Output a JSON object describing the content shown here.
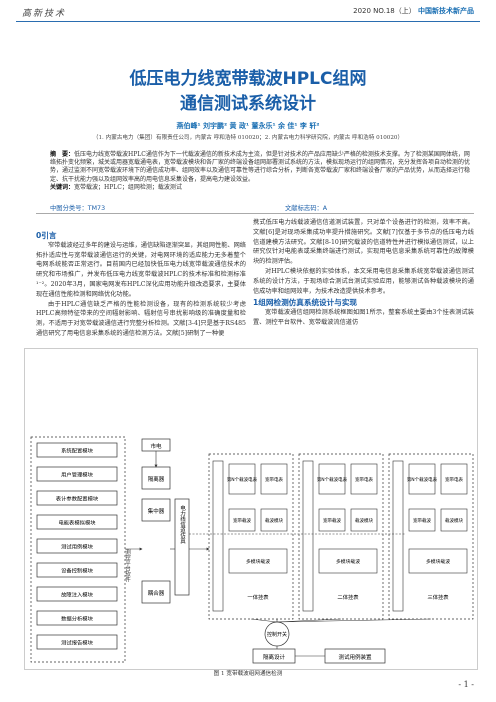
{
  "header": {
    "journal": "高新技术",
    "issue": "2020 NO.18（上）",
    "journal_name": "中国新技术新产品"
  },
  "title": {
    "line1": "低压电力线宽带载波HPLC组网",
    "line2": "通信测试系统设计"
  },
  "authors": "燕伯峰¹  刘宇鹏²  黄 政¹  董永乐¹  余 佳¹  李 轩²",
  "affiliation": "（1. 内蒙古电力（集团）有限责任公司，内蒙古  呼和浩特  010020；2. 内蒙古电力科学研究院，内蒙古  呼和浩特  010020）",
  "abstract": {
    "label": "摘　要：",
    "text": "低压电力线宽带载波HPLC通信作为下一代载波通信的新技术成为主流，但是针对技术的产品应用缺少严格的检测技术支撑。为了检测某国网体统，网络拓扑变化频繁，城关或用器宽载通电表，宽带载波模块和各厂家的终端设备组网部署测试系统的方法，模拟现场运行的组网情况，充分发挥各项自动检测的优势，通过监测不同宽带载波环境下的通信成功率、组网效率以及通信可靠性等进行综合分析，判断各宽带载波厂家和终端设备厂家的产品优势，从而选择运行稳定、抗干扰能力强以及组网效率高的用电信息采集设备，提高电力建设效益。",
    "kw_label": "关键词：",
    "keywords": "宽带载波；HPLC；组网检测；载波测试"
  },
  "classification": {
    "clc": "中图分类号：TM73",
    "doc": "文献标志码：A"
  },
  "body_left": {
    "section": "0引言",
    "p1": "窄带载波经过多年的建设与运维，通信缺陷逐渐突显，其组网性能、网络拓扑适应性与宽带载波通信运行的关键，对电网环境的适应能力无多着整个电网系统能否正常运行。目前国内已经加快低压电力线宽带载波通信技术的研究和市场推广，并发布低压电力线宽带载波HPLC的技术标准和检测标准¹⁻²。2020年3月，国家电网发布HPLC深化应用功能升级改造要求，主要体现在通信性能检测和网络优化功能。",
    "p2": "由于HPLC通信缺乏严格的性能检测设备，现有的检测系统较少考虑HPLC高频特征带来的空间辐射影响、辐射信号串扰影响级的准确度量和检测，不适用于对宽带载波通信进行完整分析检测。文献[3-4]只是基于RS485通信研究了用电信息采集系统的通信检测方法。文献[5]研制了一种便"
  },
  "body_right": {
    "p1": "携式低压电力线载波通信信道测试装置，只对单个设备进行的检测，效率不高。文献[6]是对现场采集成功率提升措施研究。文献[7]仅基于多节点的低压电力线信道建模方法研究。文献[8-10]研究载波的信道特性并进行模拟通信测试，以上研究仅针对电能表或采集终端进行测试，实现用电信息采集系统可靠性的故障模块的检测评估。",
    "p1b": "对HPLC模块依据的实验体系，本文采用电信息采集系统宽带载波通信测试系统的设计方法，于现场综合测试台测试实验应用，能够测试各种载波模块的通信成功率和组网效率，为技术改造提供技术参考。",
    "section": "1组网检测仿真系统设计与实现",
    "p2": "宽带载波通信组网检测系统框图如图1所示，整套系统主要由3个挂表测试装置、测控平台软件、宽带载波流信道仿"
  },
  "figure": {
    "caption": "图 1 宽带载波组网通信检测",
    "left_modules": [
      "系统配置模块",
      "用户管理模块",
      "表计参数配置模块",
      "电能表模拟模块",
      "测试用例模块",
      "设备控制模块",
      "故障注入模块",
      "数据分析模块",
      "测试报告模块"
    ],
    "group_label": "测控平台软件",
    "power_label": "市电",
    "center_boxes": [
      "隔离器",
      "集中器",
      "耦合器"
    ],
    "channel_label": "电力线信道仿真",
    "sub_blocks": [
      "宽带载波",
      "载波模块",
      "多模块载波"
    ],
    "meter_labels": [
      "第N个载波电表",
      "宽带电表"
    ],
    "assy_labels": [
      "一体挂表",
      "二体挂表",
      "三体挂表"
    ],
    "switch_label": "控制开关",
    "isolation_label": "隔离设计",
    "device_label": "测试用例装置"
  },
  "page_number": "- 1 -"
}
